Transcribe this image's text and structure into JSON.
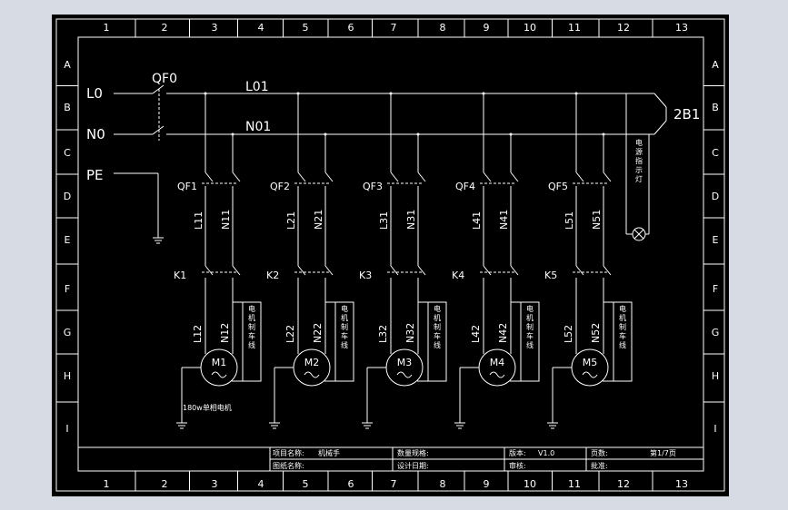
{
  "colors": {
    "background": "#000000",
    "outer": "#d7dbe3",
    "line": "#ffffff"
  },
  "grid": {
    "columns": [
      "1",
      "2",
      "3",
      "4",
      "5",
      "6",
      "7",
      "8",
      "9",
      "10",
      "11",
      "12",
      "13"
    ],
    "rows": [
      "A",
      "B",
      "C",
      "D",
      "E",
      "F",
      "G",
      "H",
      "I"
    ]
  },
  "power": {
    "breaker": "QF0",
    "line_in": "L0",
    "neutral_in": "N0",
    "earth": "PE",
    "line_bus": "L01",
    "neutral_bus": "N01",
    "output": "2B1",
    "indicator_label": "电源指示灯"
  },
  "branches": [
    {
      "breaker": "QF1",
      "l_in": "L11",
      "n_in": "N11",
      "contactor": "K1",
      "l_out": "L12",
      "n_out": "N12",
      "motor": "M1",
      "note": "电机制车线",
      "caption": "180w单相电机"
    },
    {
      "breaker": "QF2",
      "l_in": "L21",
      "n_in": "N21",
      "contactor": "K2",
      "l_out": "L22",
      "n_out": "N22",
      "motor": "M2",
      "note": "电机制车线",
      "caption": ""
    },
    {
      "breaker": "QF3",
      "l_in": "L31",
      "n_in": "N31",
      "contactor": "K3",
      "l_out": "L32",
      "n_out": "N32",
      "motor": "M3",
      "note": "电机制车线",
      "caption": ""
    },
    {
      "breaker": "QF4",
      "l_in": "L41",
      "n_in": "N41",
      "contactor": "K4",
      "l_out": "L42",
      "n_out": "N42",
      "motor": "M4",
      "note": "电机制车线",
      "caption": ""
    },
    {
      "breaker": "QF5",
      "l_in": "L51",
      "n_in": "N51",
      "contactor": "K5",
      "l_out": "L52",
      "n_out": "N52",
      "motor": "M5",
      "note": "电机制车线",
      "caption": ""
    }
  ],
  "title_block": {
    "project_label": "项目名称:",
    "project_value": "机械手",
    "drawing_label": "图纸名称:",
    "spec_label": "数量规格:",
    "design_date_label": "设计日期:",
    "version_label": "版本:",
    "version_value": "V1.0",
    "review_label": "审核:",
    "page_label": "页数:",
    "page_value": "第1/7页",
    "approve_label": "批准:"
  }
}
